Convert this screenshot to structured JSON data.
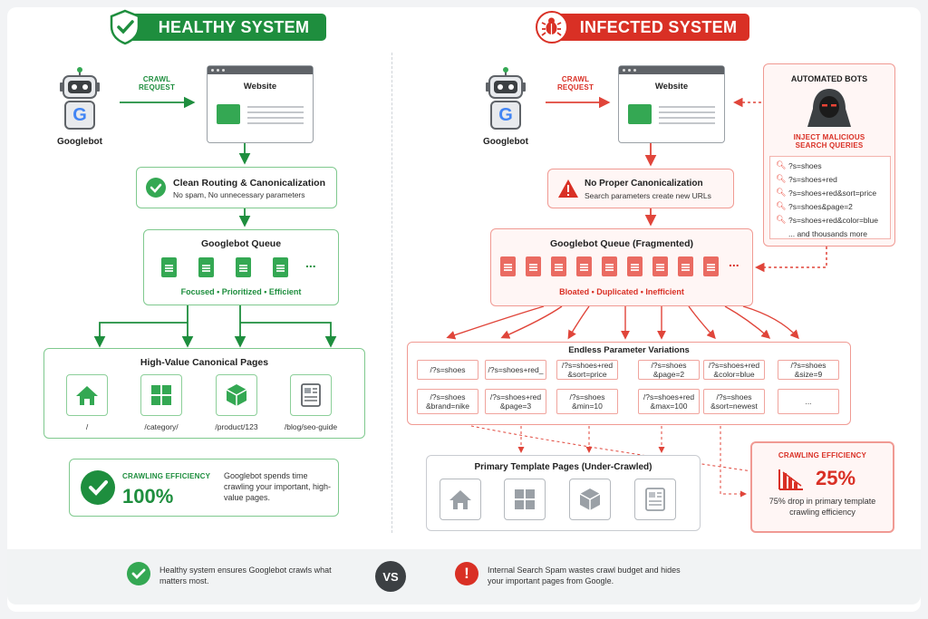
{
  "healthy": {
    "header": "HEALTHY SYSTEM",
    "googlebot_label": "Googlebot",
    "crawl_request_line1": "CRAWL",
    "crawl_request_line2": "REQUEST",
    "website_label": "Website",
    "routing_title": "Clean Routing & Canonicalization",
    "routing_sub": "No spam, No unnecessary parameters",
    "queue_title": "Googlebot Queue",
    "queue_more": "...",
    "queue_tags": "Focused • Prioritized • Efficient",
    "pages_title": "High-Value Canonical Pages",
    "pages": [
      {
        "label": "/",
        "icon": "home-icon"
      },
      {
        "label": "/category/",
        "icon": "grid-icon"
      },
      {
        "label": "/product/123",
        "icon": "cube-icon"
      },
      {
        "label": "/blog/seo-guide",
        "icon": "article-icon"
      }
    ],
    "efficiency_label": "CRAWLING EFFICIENCY",
    "efficiency_value": "100%",
    "efficiency_text": "Googlebot spends time crawling your important, high-value pages.",
    "color": "#1e8e3e"
  },
  "infected": {
    "header": "INFECTED SYSTEM",
    "googlebot_label": "Googlebot",
    "crawl_request_line1": "CRAWL",
    "crawl_request_line2": "REQUEST",
    "website_label": "Website",
    "bots_title": "AUTOMATED BOTS",
    "inject_line1": "INJECT MALICIOUS",
    "inject_line2": "SEARCH QUERIES",
    "queries": [
      "?s=shoes",
      "?s=shoes+red",
      "?s=shoes+red&sort=price",
      "?s=shoes&page=2",
      "?s=shoes+red&color=blue"
    ],
    "queries_more": "... and thousands more",
    "canon_title": "No Proper Canonicalization",
    "canon_sub": "Search parameters create new URLs",
    "queue_title": "Googlebot Queue (Fragmented)",
    "queue_more": "...",
    "queue_tags": "Bloated • Duplicated • Inefficient",
    "variations_title": "Endless Parameter Variations",
    "params_row1": [
      "/?s=shoes",
      "/?s=shoes+red_",
      "/?s=shoes+red\n&sort=price",
      "/?s=shoes\n&page=2",
      "/?s=shoes+red\n&color=blue",
      "/?s=shoes\n&size=9"
    ],
    "params_row2": [
      "/?s=shoes\n&brand=nike",
      "/?s=shoes+red\n&page=3",
      "/?s=shoes\n&min=10",
      "/?s=shoes+red\n&max=100",
      "/?s=shoes\n&sort=newest",
      "..."
    ],
    "template_title": "Primary Template Pages (Under-Crawled)",
    "template_icons": [
      "home-icon",
      "grid-icon",
      "cube-icon",
      "article-icon"
    ],
    "efficiency_label": "CRAWLING EFFICIENCY",
    "efficiency_value": "25%",
    "efficiency_text": "75% drop in primary template crawling efficiency",
    "color": "#d93025"
  },
  "footer": {
    "healthy_text": "Healthy system ensures Googlebot crawls what matters most.",
    "vs": "VS",
    "infected_text": "Internal Search Spam wastes crawl budget and hides your important pages from Google."
  },
  "google_letter": "G"
}
